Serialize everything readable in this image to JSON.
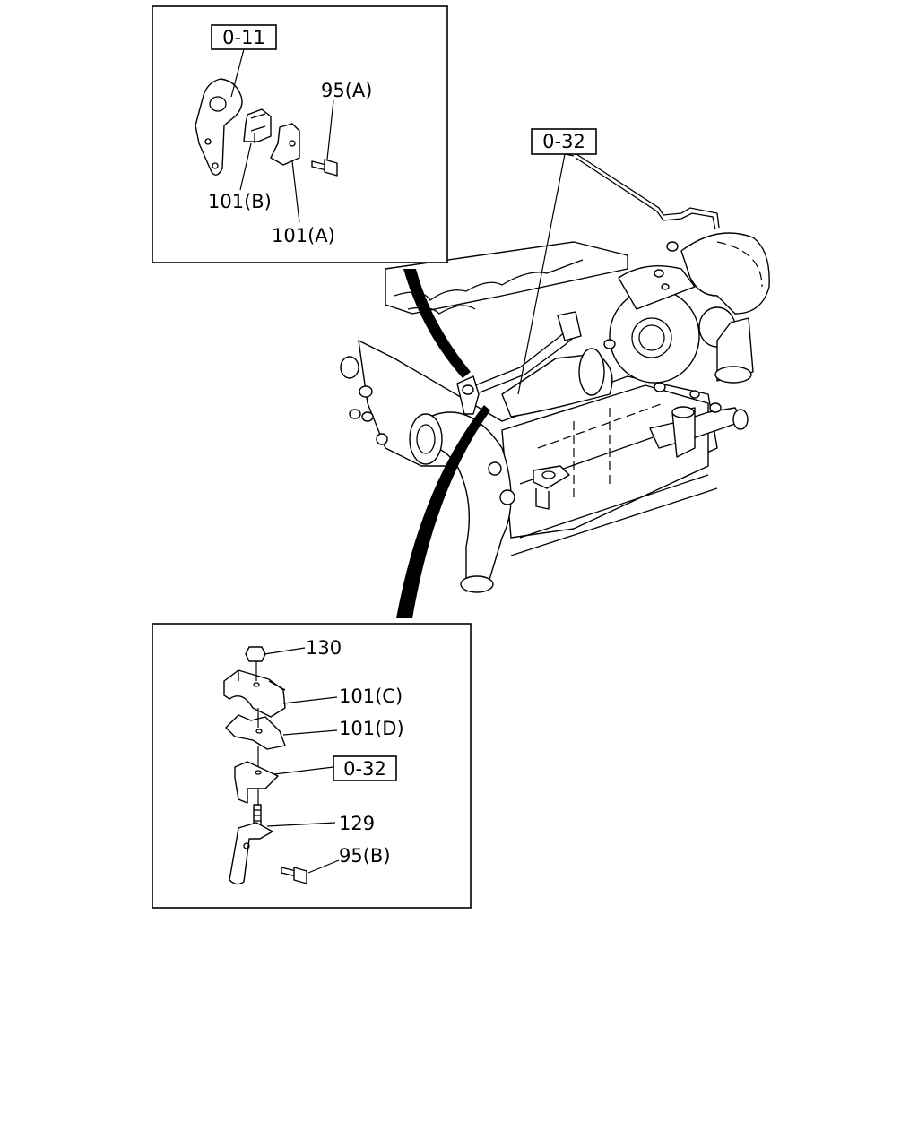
{
  "top_inset": {
    "ref_label": "0-11",
    "callouts": [
      "95(A)",
      "101(B)",
      "101(A)"
    ]
  },
  "main_view": {
    "ref_label": "0-32"
  },
  "bottom_inset": {
    "ref_label": "0-32",
    "callouts": [
      "130",
      "101(C)",
      "101(D)",
      "129",
      "95(B)"
    ]
  }
}
